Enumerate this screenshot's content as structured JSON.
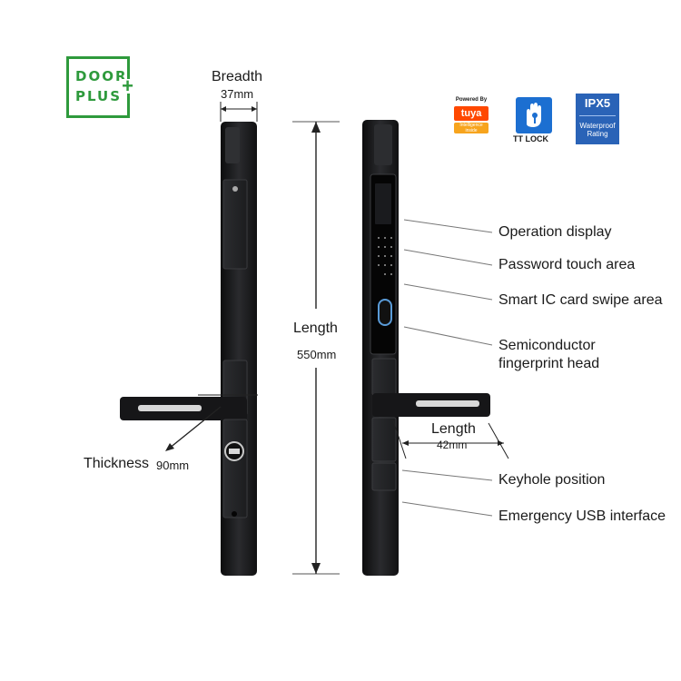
{
  "brand": {
    "line1": "DOOR",
    "line2": "PLUS",
    "plus": "+"
  },
  "badges": {
    "tuya": {
      "top": "Powered By",
      "name": "tuya",
      "bottom": "Intelligence inside"
    },
    "ttlock": {
      "label": "TT LOCK"
    },
    "ipx5": {
      "title": "IPX5",
      "subtitle": "Waterproof Rating"
    }
  },
  "dimensions": {
    "breadth": {
      "label": "Breadth",
      "value": "37mm"
    },
    "length": {
      "label": "Length",
      "value": "550mm"
    },
    "thickness": {
      "label": "Thickness",
      "value": "90mm"
    },
    "handle_length": {
      "label": "Length",
      "value": "42mm"
    }
  },
  "callouts": {
    "operation_display": "Operation display",
    "password_touch": "Password touch area",
    "ic_card": "Smart IC card swipe area",
    "fingerprint_l1": "Semiconductor",
    "fingerprint_l2": "fingerprint head",
    "keyhole": "Keyhole position",
    "usb": "Emergency USB interface"
  },
  "colors": {
    "brand_green": "#2e9a3c",
    "lock_body": "#1b1c1e",
    "ttlock_blue": "#1c6fd1",
    "ipx_blue": "#2a63b7",
    "tuya_orange": "#ff4800"
  }
}
